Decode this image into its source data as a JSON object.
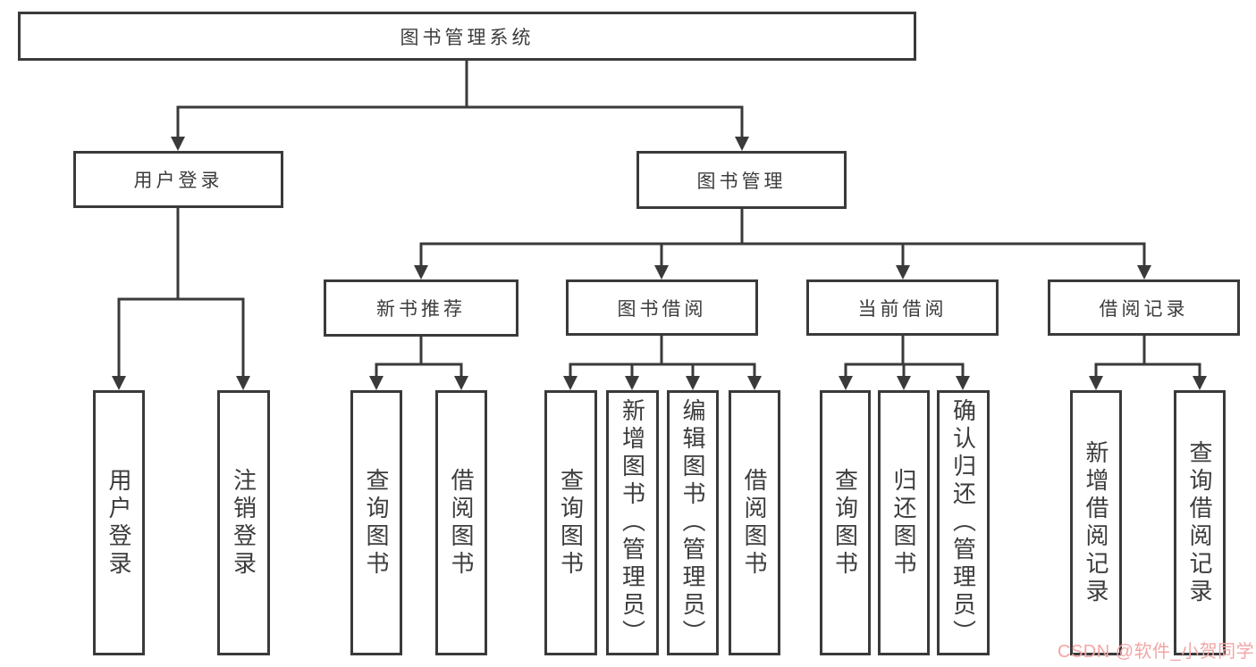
{
  "diagram": {
    "root": {
      "label": "图书管理系统"
    },
    "branches": [
      {
        "label": "用户登录",
        "leaves": [
          {
            "label": "用户登录"
          },
          {
            "label": "注销登录"
          }
        ]
      },
      {
        "label": "图书管理",
        "groups": [
          {
            "label": "新书推荐",
            "leaves": [
              {
                "label": "查询图书"
              },
              {
                "label": "借阅图书"
              }
            ]
          },
          {
            "label": "图书借阅",
            "leaves": [
              {
                "label": "查询图书"
              },
              {
                "label": "新增图书（管理员）"
              },
              {
                "label": "编辑图书（管理员）"
              },
              {
                "label": "借阅图书"
              }
            ]
          },
          {
            "label": "当前借阅",
            "leaves": [
              {
                "label": "查询图书"
              },
              {
                "label": "归还图书"
              },
              {
                "label": "确认归还（管理员）"
              }
            ]
          },
          {
            "label": "借阅记录",
            "leaves": [
              {
                "label": "新增借阅记录"
              },
              {
                "label": "查询借阅记录"
              }
            ]
          }
        ]
      }
    ],
    "watermark": {
      "text": "CSDN @软件_小贺同学",
      "color": "#f2a6a6"
    },
    "colors": {
      "line": "#3a3a3a",
      "text": "#3c3c3c",
      "background": "#ffffff"
    }
  }
}
